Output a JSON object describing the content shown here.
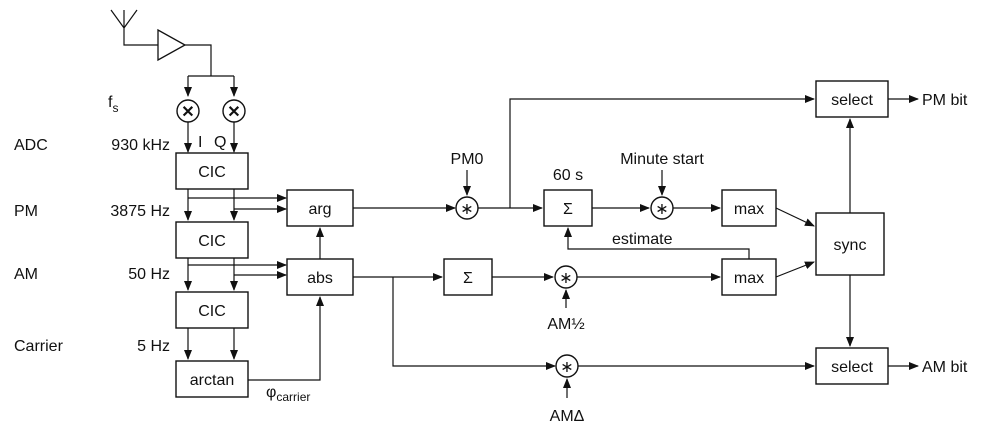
{
  "rows": {
    "fs_label": "f",
    "fs_sub": "s",
    "adc": {
      "name": "ADC",
      "rate": "930 kHz"
    },
    "pm": {
      "name": "PM",
      "rate": "3875 Hz"
    },
    "am": {
      "name": "AM",
      "rate": "50 Hz"
    },
    "carrier": {
      "name": "Carrier",
      "rate": "5 Hz"
    }
  },
  "iq": {
    "i": "I",
    "q": "Q"
  },
  "blocks": {
    "cic1": "CIC",
    "cic2": "CIC",
    "cic3": "CIC",
    "arctan": "arctan",
    "arg": "arg",
    "abs": "abs",
    "sum_pm": "Σ",
    "sum_am": "Σ",
    "max_pm": "max",
    "max_am": "max",
    "sync": "sync",
    "select_pm": "select",
    "select_am": "select"
  },
  "operators": {
    "mult": "✕",
    "conv": "∗"
  },
  "labels": {
    "phi": "φ",
    "phi_sub": "carrier",
    "pm0": "PM0",
    "sixty_s": "60 s",
    "minute_start": "Minute start",
    "estimate": "estimate",
    "am_half": "AM½",
    "am_delta": "AMΔ"
  },
  "outputs": {
    "pm_bit": "PM bit",
    "am_bit": "AM bit"
  },
  "icons": {
    "antenna": "antenna-icon",
    "amplifier": "amplifier-triangle-icon"
  }
}
